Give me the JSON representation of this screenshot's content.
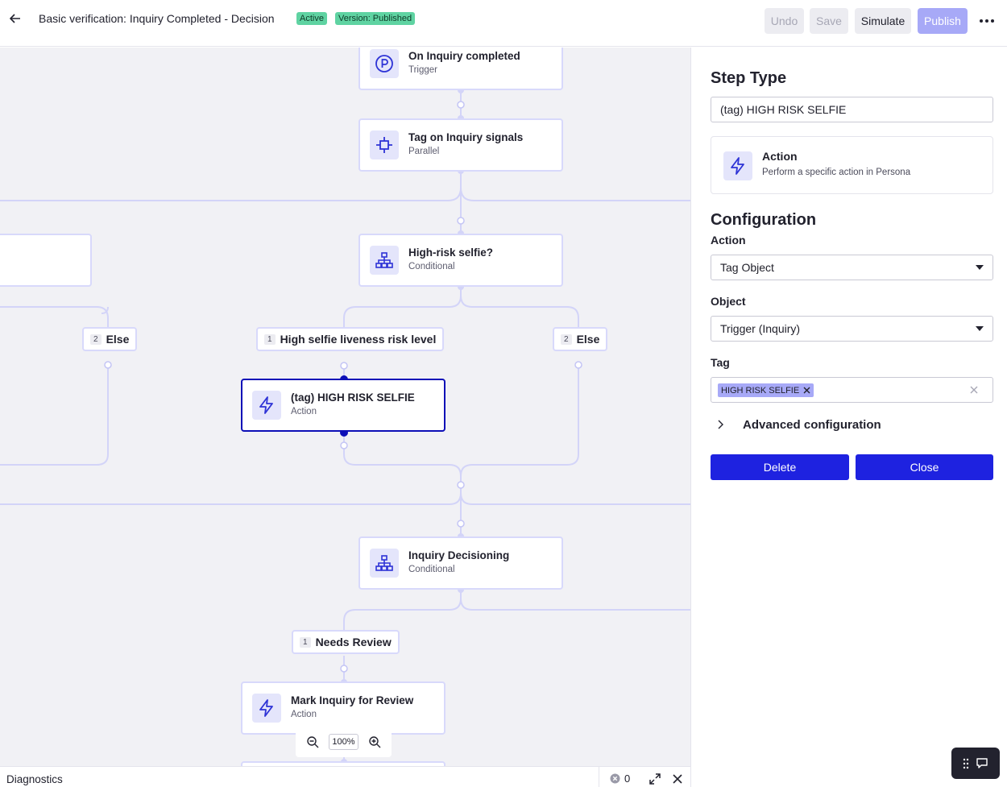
{
  "header": {
    "title": "Basic verification: Inquiry Completed - Decision",
    "status_badge": "Active",
    "version_badge": "Version: Published",
    "undo_label": "Undo",
    "save_label": "Save",
    "simulate_label": "Simulate",
    "publish_label": "Publish"
  },
  "canvas": {
    "nodes": [
      {
        "title": "On Inquiry completed",
        "subtitle": "Trigger",
        "icon": "persona-logo-icon"
      },
      {
        "title": "Tag on Inquiry signals",
        "subtitle": "Parallel",
        "icon": "parallel-icon"
      },
      {
        "title": "High-risk selfie?",
        "subtitle": "Conditional",
        "icon": "hierarchy-icon"
      },
      {
        "title": "(tag) HIGH RISK SELFIE",
        "subtitle": "Action",
        "icon": "lightning-icon"
      },
      {
        "title": "Inquiry Decisioning",
        "subtitle": "Conditional",
        "icon": "hierarchy-icon"
      },
      {
        "title": "Mark Inquiry for Review",
        "subtitle": "Action",
        "icon": "lightning-icon"
      }
    ],
    "branches": [
      {
        "num": "2",
        "label": "Else"
      },
      {
        "num": "1",
        "label": "High selfie liveness risk level"
      },
      {
        "num": "2",
        "label": "Else"
      },
      {
        "num": "1",
        "label": "Needs Review"
      }
    ],
    "zoom": "100%"
  },
  "diagnostics": {
    "label": "Diagnostics",
    "count": "0"
  },
  "panel": {
    "step_type_heading": "Step Type",
    "step_name": "(tag) HIGH RISK SELFIE",
    "step_card_title": "Action",
    "step_card_desc": "Perform a specific action in Persona",
    "configuration_heading": "Configuration",
    "action_label": "Action",
    "action_value": "Tag Object",
    "object_label": "Object",
    "object_value": "Trigger (Inquiry)",
    "tag_label": "Tag",
    "tag_value": "HIGH RISK SELFIE",
    "advanced_label": "Advanced configuration",
    "delete_label": "Delete",
    "close_label": "Close"
  },
  "colors": {
    "accent": "#1e22e0",
    "selected_border": "#0d0fb7",
    "node_border": "#d8d9fb",
    "badge_green": "#5fd3a2",
    "publish_disabled": "#a7a9f7",
    "canvas_bg": "#f1f1f5"
  }
}
